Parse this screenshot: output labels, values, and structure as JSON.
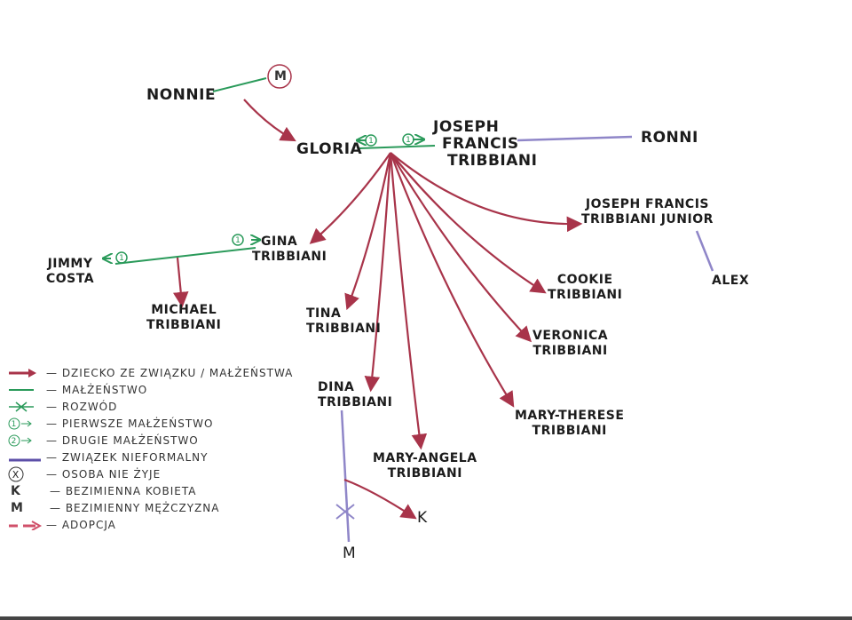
{
  "people": {
    "nonnie": "NONNIE",
    "unnamed_man_top": "M",
    "gloria": "GLORIA",
    "joseph": [
      "JOSEPH",
      "FRANCIS",
      "TRIBBIANI"
    ],
    "ronni": "RONNI",
    "joseph_jr": [
      "JOSEPH FRANCIS",
      "TRIBBIANI JUNIOR"
    ],
    "alex": "ALEX",
    "gina": [
      "GINA",
      "TRIBBIANI"
    ],
    "jimmy": [
      "JIMMY",
      "COSTA"
    ],
    "michael": [
      "MICHAEL",
      "TRIBBIANI"
    ],
    "tina": [
      "TINA",
      "TRIBBIANI"
    ],
    "cookie": [
      "COOKIE",
      "TRIBBIANI"
    ],
    "veronica": [
      "VERONICA",
      "TRIBBIANI"
    ],
    "dina": [
      "DINA",
      "TRIBBIANI"
    ],
    "mary_therese": [
      "MARY-THERESE",
      "TRIBBIANI"
    ],
    "mary_angela": [
      "MARY-ANGELA",
      "TRIBBIANI"
    ],
    "unnamed_woman": "K",
    "unnamed_man_bottom": "M"
  },
  "marriage_marks": {
    "first": "1"
  },
  "legend": [
    {
      "symbol": "red-arrow",
      "label": "— DZIECKO ZE ZWIĄZKU / MAŁŻEŃSTWA"
    },
    {
      "symbol": "green-line",
      "label": "— MAŁŻEŃSTWO"
    },
    {
      "symbol": "green-cross",
      "label": "— ROZWÓD"
    },
    {
      "symbol": "circle-1-arrow",
      "label": "— PIERWSZE MAŁŻEŃSTWO",
      "mark": "1"
    },
    {
      "symbol": "circle-2-arrow",
      "label": "— DRUGIE MAŁŻEŃSTWO",
      "mark": "2"
    },
    {
      "symbol": "purple-line",
      "label": "— ZWIĄZEK NIEFORMALNY"
    },
    {
      "symbol": "circle-x",
      "label": "— OSOBA NIE ŻYJE",
      "mark": "X"
    },
    {
      "symbol": "letter-k",
      "label": "— BEZIMIENNA KOBIETA",
      "mark": "K"
    },
    {
      "symbol": "letter-m",
      "label": "— BEZIMIENNY MĘŻCZYZNA",
      "mark": "M"
    },
    {
      "symbol": "dashed-red-arrow",
      "label": "— ADOPCJA"
    }
  ],
  "colors": {
    "child": "#a8344a",
    "marriage": "#2a9a5a",
    "informal": "#8f86c8",
    "ink": "#1c1c1c"
  }
}
